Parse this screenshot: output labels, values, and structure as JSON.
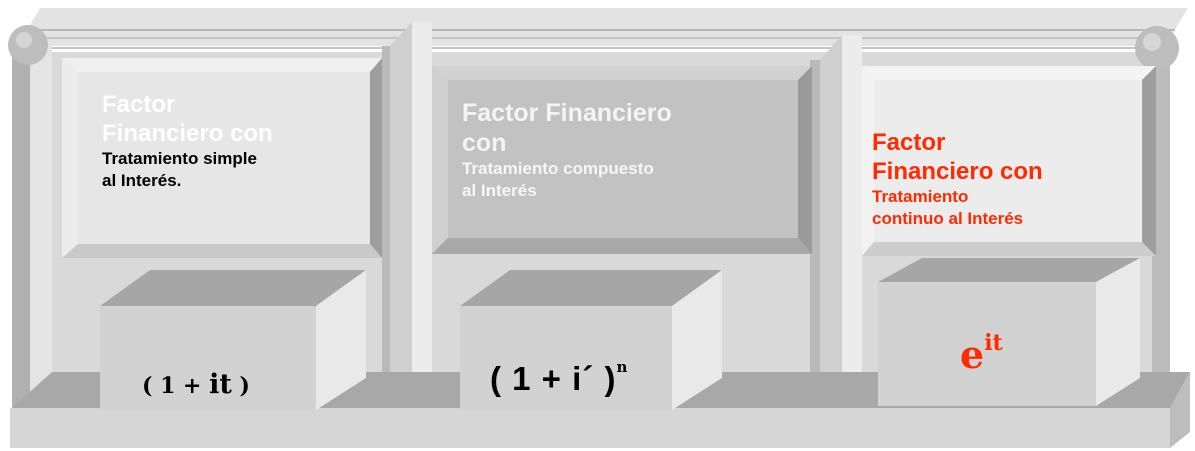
{
  "panels": [
    {
      "title_line1": "Factor",
      "title_line2": "Financiero con",
      "subtitle_line1": "Tratamiento simple",
      "subtitle_line2": "al Interés.",
      "formula": {
        "open": "( 1 + ",
        "var": "it",
        "close": " )"
      }
    },
    {
      "title_line1": "Factor Financiero",
      "title_line2": "con",
      "subtitle_line1": "Tratamiento compuesto",
      "subtitle_line2": "al Interés",
      "formula": {
        "base": "( 1 + i´ )",
        "exp": "n"
      }
    },
    {
      "title_line1": "Factor",
      "title_line2": "Financiero con",
      "subtitle_line1": "Tratamiento",
      "subtitle_line2": "continuo al Interés",
      "formula": {
        "base": "e",
        "exp": "it"
      }
    }
  ],
  "colors": {
    "accent": "#ff2a00",
    "panel_light": "#eaeaea",
    "panel_dark": "#bdbdbd",
    "frame": "#cfcfcf"
  }
}
